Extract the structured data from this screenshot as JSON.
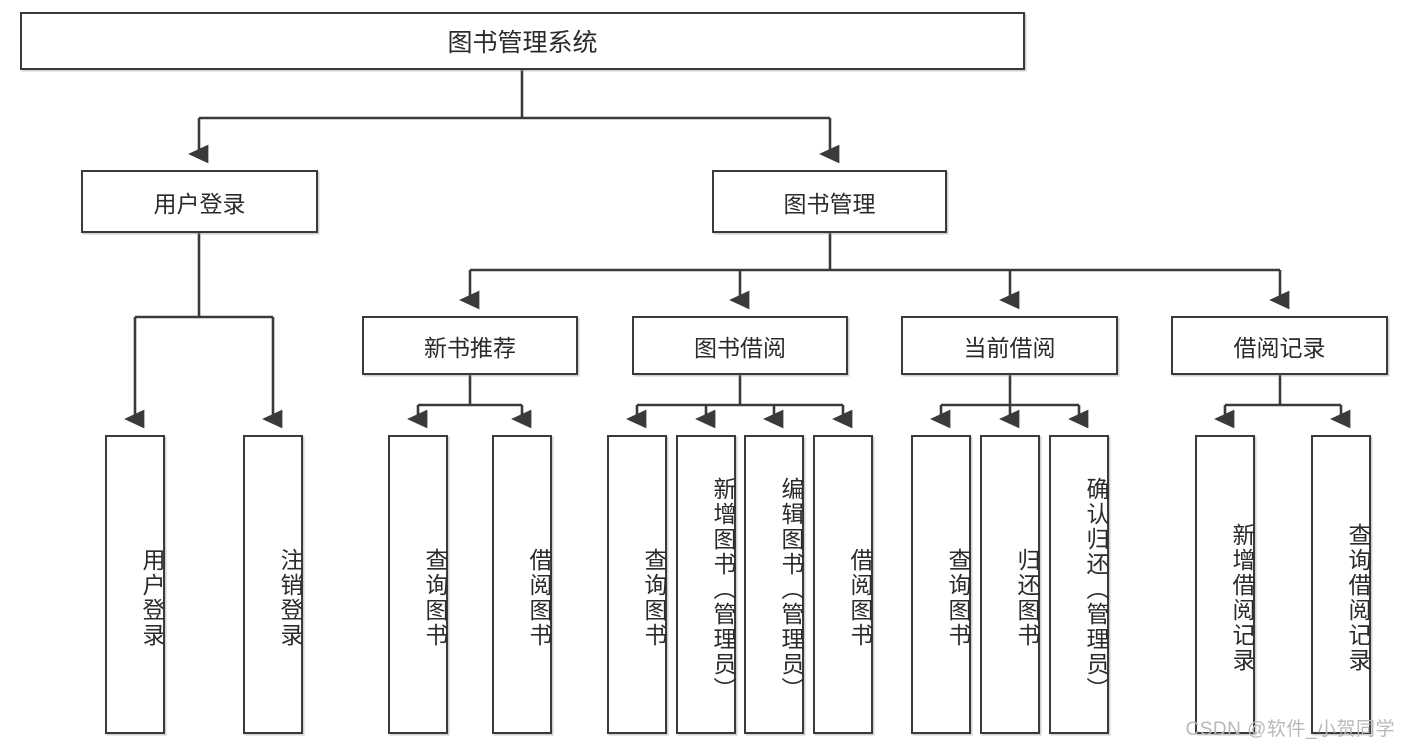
{
  "diagram": {
    "title": "图书管理系统",
    "watermark": "CSDN @软件_小贺同学",
    "type": "tree-hierarchy-function-decomposition",
    "colors": {
      "stroke": "#3a3a3a",
      "background": "#ffffff",
      "text": "#2b2b2b",
      "watermark": "#b9b9b9"
    },
    "levels": {
      "root": {
        "label": "图书管理系统"
      },
      "level2": [
        {
          "label": "用户登录"
        },
        {
          "label": "图书管理"
        }
      ],
      "level3": [
        {
          "label": "新书推荐"
        },
        {
          "label": "图书借阅"
        },
        {
          "label": "当前借阅"
        },
        {
          "label": "借阅记录"
        }
      ],
      "leaves": {
        "user_login": [
          {
            "label": "用户登录"
          },
          {
            "label": "注销登录"
          }
        ],
        "new_book_recommend": [
          {
            "label": "查询图书"
          },
          {
            "label": "借阅图书"
          }
        ],
        "book_borrow": [
          {
            "label": "查询图书"
          },
          {
            "label": "新增图书（管理员）"
          },
          {
            "label": "编辑图书（管理员）"
          },
          {
            "label": "借阅图书"
          }
        ],
        "current_borrow": [
          {
            "label": "查询图书"
          },
          {
            "label": "归还图书"
          },
          {
            "label": "确认归还（管理员）"
          }
        ],
        "borrow_record": [
          {
            "label": "新增借阅记录"
          },
          {
            "label": "查询借阅记录"
          }
        ]
      }
    }
  }
}
